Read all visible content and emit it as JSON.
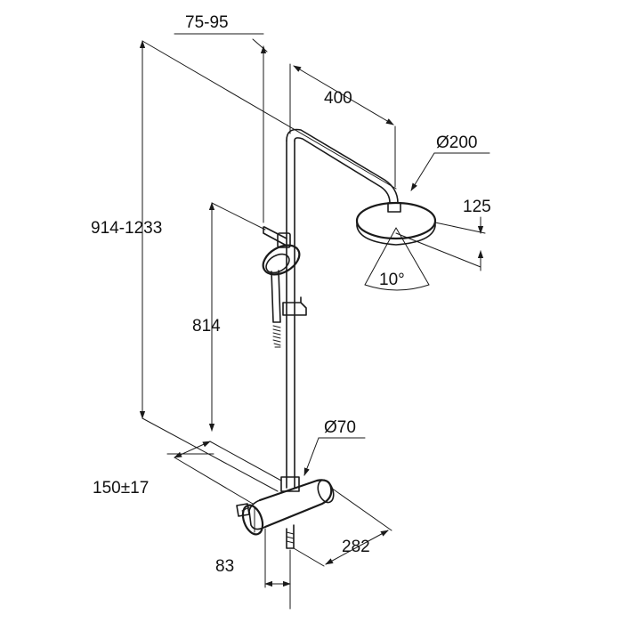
{
  "drawing": {
    "dimensions": {
      "total_height": "914-1233",
      "wall_distance": "75-95",
      "arm_length": "400",
      "head_diameter": "Ø200",
      "head_height": "125",
      "tilt_angle": "10°",
      "hand_shower_height": "814",
      "mixer_diameter": "Ø70",
      "centre_distance": "150±17",
      "mixer_length": "282",
      "mixer_depth": "83"
    },
    "colors": {
      "ink": "#1a1a1a",
      "background": "#ffffff"
    }
  }
}
